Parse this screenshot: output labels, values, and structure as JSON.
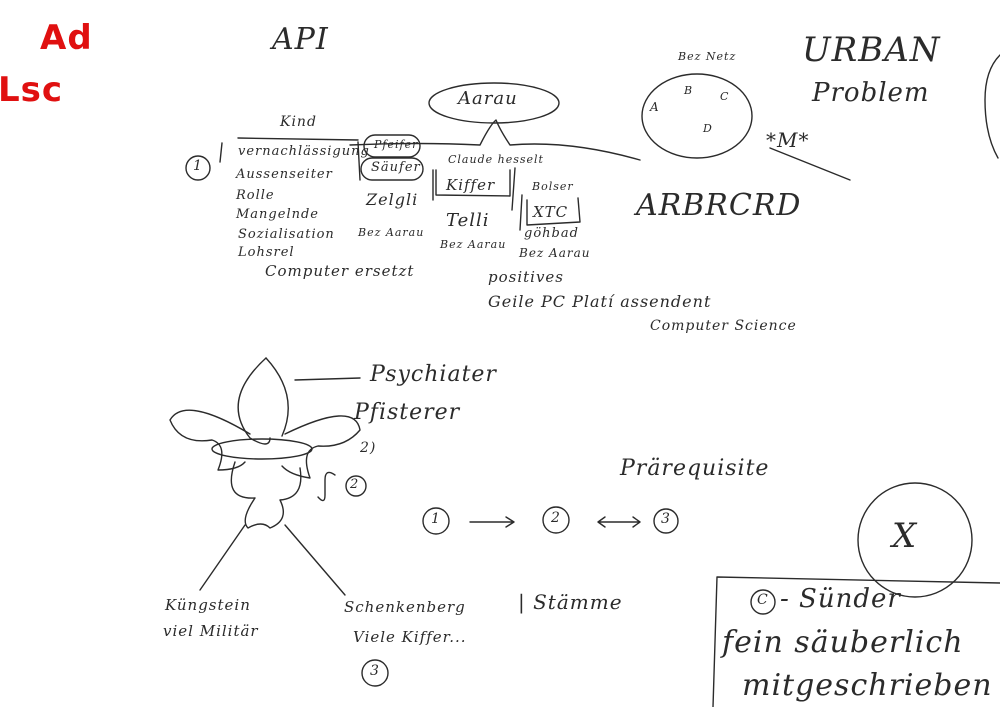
{
  "corner_note": {
    "line1": "Ad",
    "line2": "Lsc"
  },
  "title": "API",
  "stations": {
    "center": "Aarau",
    "col0_header": "Kind",
    "col0_items": [
      "vernachlässigung",
      "Aussenseiter",
      "Rolle",
      "Mangelnde",
      "Sozialisation",
      "Lohsrel"
    ],
    "col1_top": "Pfeifer",
    "col1_box": "Säufer",
    "col1_name": "Zelgli",
    "col1_sub": "Bez Aarau",
    "col2_top": "Claude hesselt",
    "col2_box": "Kiffer",
    "col2_name": "Telli",
    "col2_sub": "Bez Aarau",
    "col3_top": "Bolser",
    "col3_box": "XTC",
    "col3_name": "göhbad",
    "col3_sub": "Bez Aarau"
  },
  "marker_1": "1",
  "computer_line": "Computer ersetzt",
  "positive_line": "positives",
  "pc_line": "Geile PC Platí assendent",
  "cs_line": "Computer Science",
  "bez_note": "Bez Netz",
  "circle_letters": [
    "A",
    "B",
    "C",
    "D"
  ],
  "urban": "URBAN",
  "problem": "Problem",
  "stars": "*M*",
  "rseq": "ARBRCRD",
  "psychiater": "Psychiater",
  "pfisterer": "Pfisterer",
  "marker_2": "2",
  "marker_2b": "2)",
  "prerequisite": "Prärequisite",
  "flow": [
    "1",
    "2",
    "3"
  ],
  "left_town": "Küngstein",
  "left_note": "viel Militär",
  "right_town": "Schenkenberg",
  "right_note": "Viele Kiffer...",
  "marker_3": "3",
  "staemme": "| Stämme",
  "box_c": "C",
  "suender": "- Sünder",
  "box_line2": "fein säuberlich",
  "box_line3": "mitgeschrieben",
  "big_circle_letter": "X"
}
